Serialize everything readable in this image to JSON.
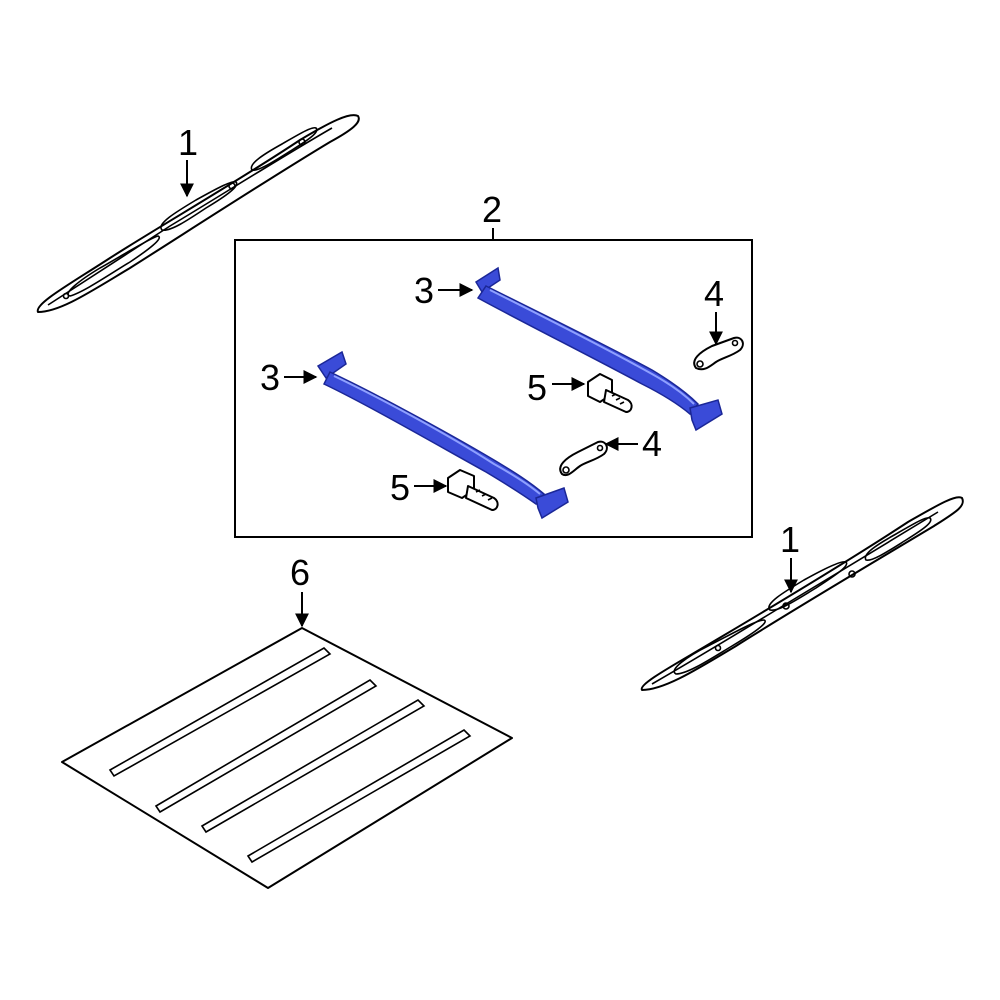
{
  "diagram": {
    "callouts": {
      "rail_left": "1",
      "rail_right": "1",
      "kit_box": "2",
      "crossbar_rear": "3",
      "crossbar_front": "3",
      "bracket_upper": "4",
      "bracket_lower": "4",
      "bolt_upper": "5",
      "bolt_lower": "5",
      "floor_panel": "6"
    },
    "colors": {
      "highlight_part": "#3a4bd8",
      "highlight_dark": "#1b2797",
      "line": "#000000",
      "background": "#ffffff"
    }
  }
}
